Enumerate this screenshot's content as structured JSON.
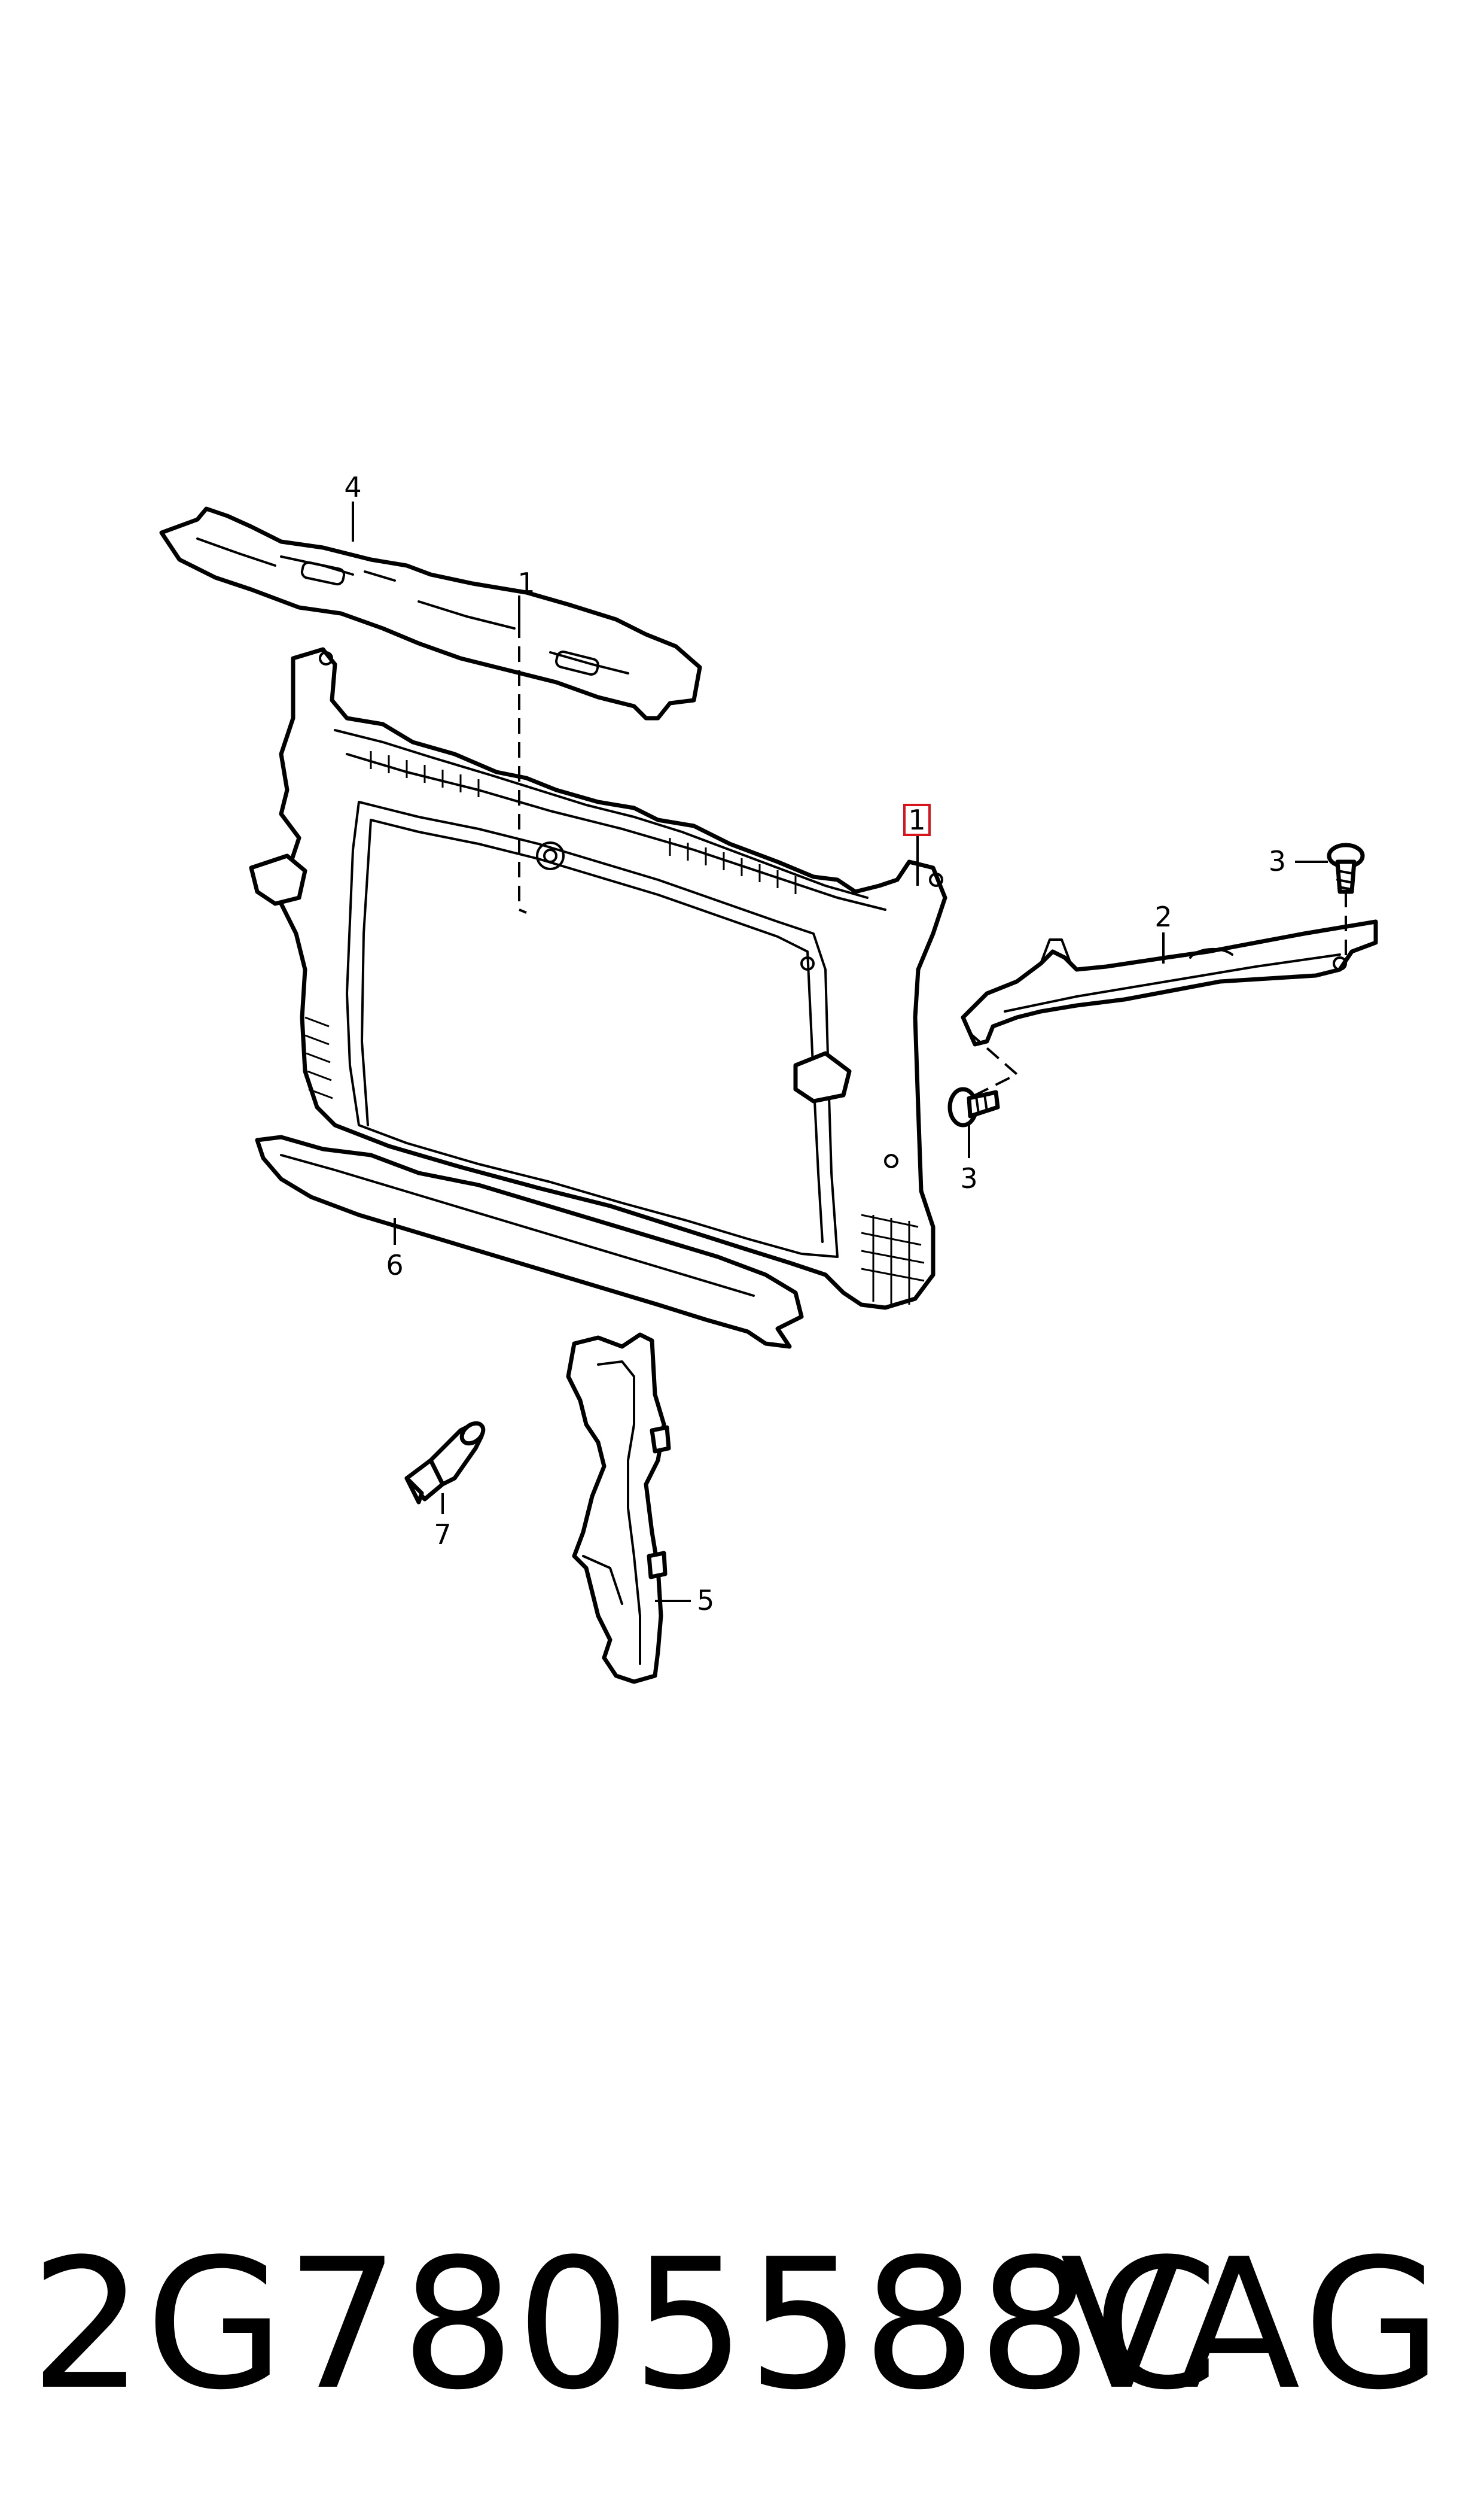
{
  "diagram": {
    "callouts": [
      {
        "id": "c1-top",
        "label": "1"
      },
      {
        "id": "c1-highlight",
        "label": "1"
      },
      {
        "id": "c2",
        "label": "2"
      },
      {
        "id": "c3-top",
        "label": "3"
      },
      {
        "id": "c3-bottom",
        "label": "3"
      },
      {
        "id": "c4",
        "label": "4"
      },
      {
        "id": "c5",
        "label": "5"
      },
      {
        "id": "c6",
        "label": "6"
      },
      {
        "id": "c7",
        "label": "7"
      }
    ],
    "highlight_color": "#d9141b"
  },
  "footer": {
    "part_number": "2G7805588C",
    "brand": "VAG"
  }
}
